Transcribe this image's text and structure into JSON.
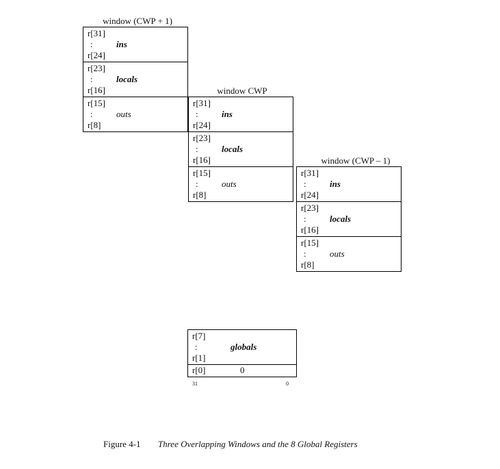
{
  "windows": [
    {
      "title": "window (CWP + 1)",
      "blocks": [
        {
          "top": "r[31]",
          "mid": ":",
          "bot": "r[24]",
          "label": "ins",
          "bold": true
        },
        {
          "top": "r[23]",
          "mid": ":",
          "bot": "r[16]",
          "label": "locals",
          "bold": true
        },
        {
          "top": "r[15]",
          "mid": ":",
          "bot": "r[8]",
          "label": "outs",
          "bold": false
        }
      ]
    },
    {
      "title": "window CWP",
      "blocks": [
        {
          "top": "r[31]",
          "mid": ":",
          "bot": "r[24]",
          "label": "ins",
          "bold": true
        },
        {
          "top": "r[23]",
          "mid": ":",
          "bot": "r[16]",
          "label": "locals",
          "bold": true
        },
        {
          "top": "r[15]",
          "mid": ":",
          "bot": "r[8]",
          "label": "outs",
          "bold": false
        }
      ]
    },
    {
      "title": "window (CWP – 1)",
      "blocks": [
        {
          "top": "r[31]",
          "mid": ":",
          "bot": "r[24]",
          "label": "ins",
          "bold": true
        },
        {
          "top": "r[23]",
          "mid": ":",
          "bot": "r[16]",
          "label": "locals",
          "bold": true
        },
        {
          "top": "r[15]",
          "mid": ":",
          "bot": "r[8]",
          "label": "outs",
          "bold": false
        }
      ]
    }
  ],
  "globals": {
    "top": "r[7]",
    "mid": ":",
    "bot": "r[1]",
    "label": "globals",
    "r0": "r[0]",
    "r0_value": "0",
    "bit_high": "31",
    "bit_low": "0"
  },
  "caption": {
    "number": "Figure 4-1",
    "title": "Three Overlapping Windows and the 8 Global Registers"
  }
}
